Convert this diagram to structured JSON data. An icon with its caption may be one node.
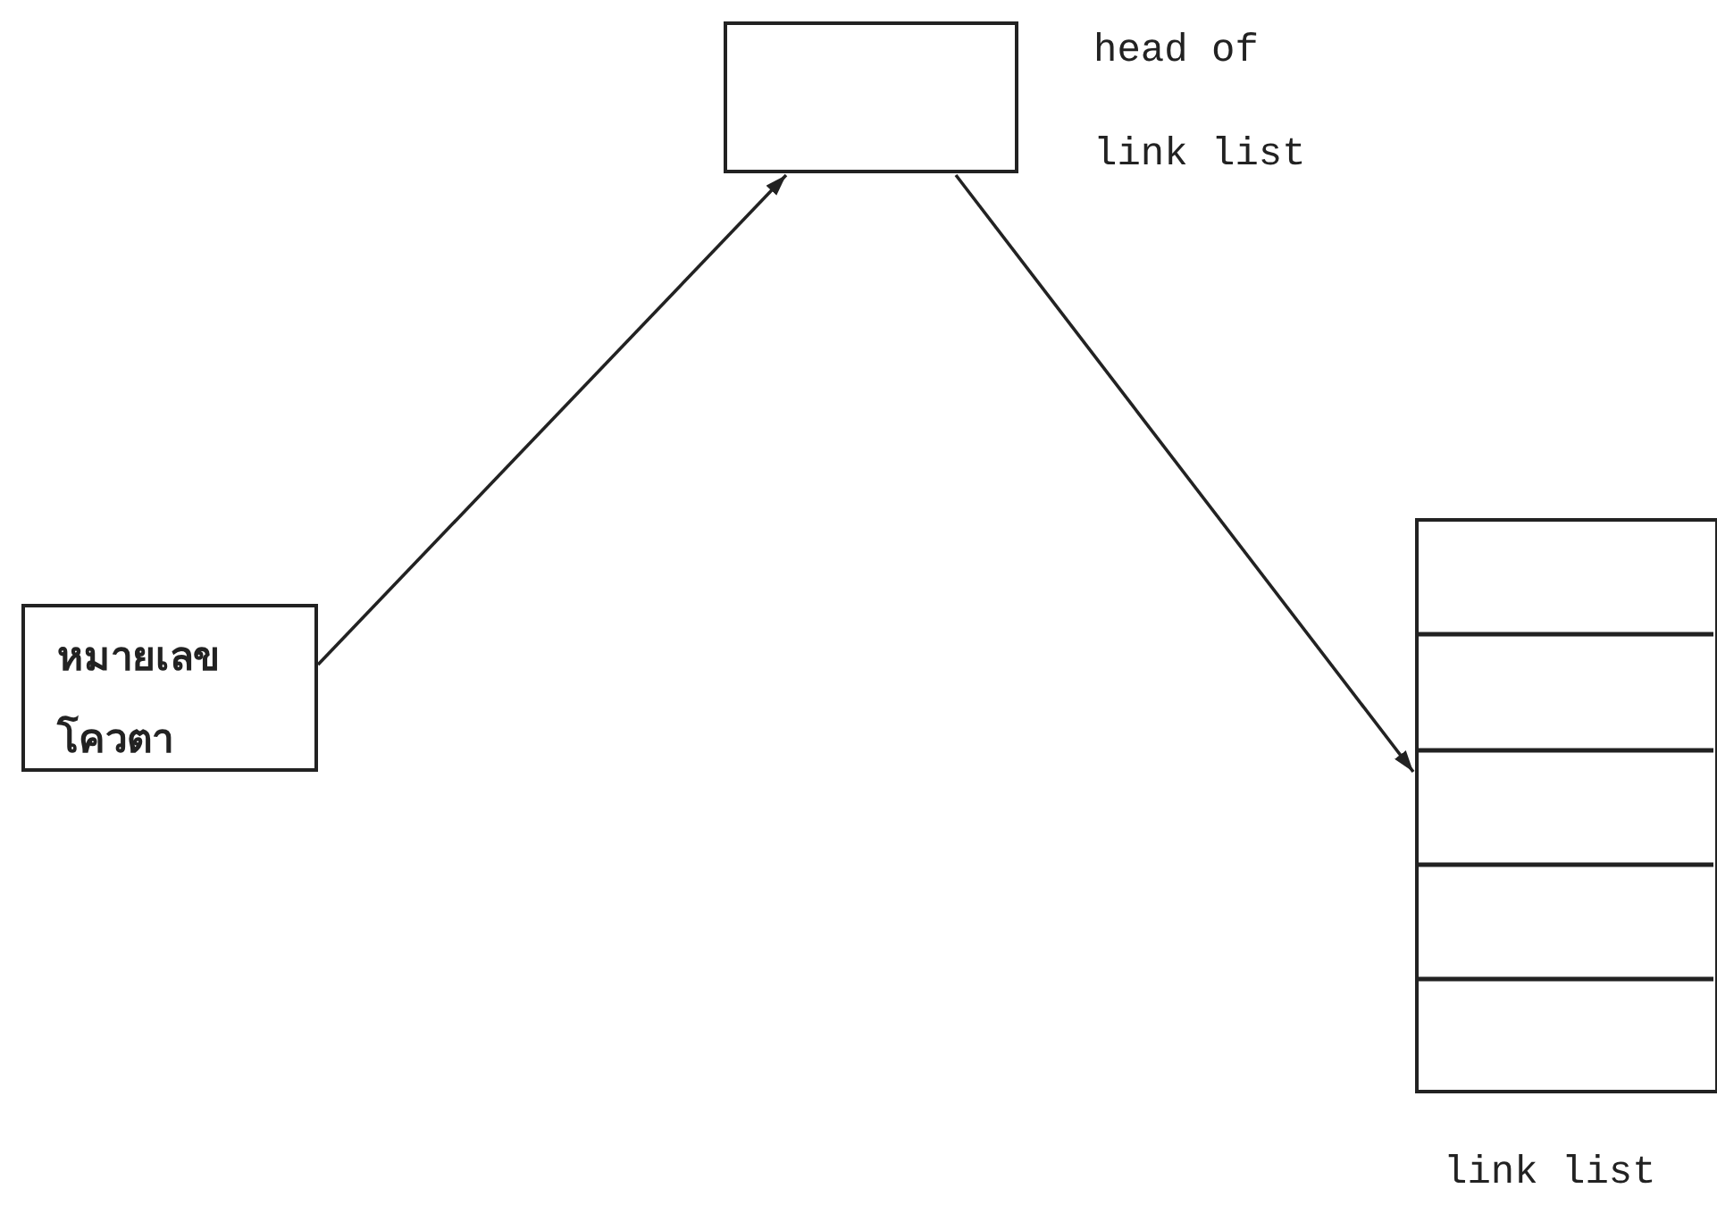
{
  "diagram": {
    "nodes": [
      {
        "text": [
          "หมายเลข",
          "โควตา"
        ]
      },
      {
        "text": [],
        "shape": "box",
        "beside": [
          "head of link list"
        ]
      },
      {
        "text": [],
        "shape": "box",
        "beside": [
          "link list"
        ]
      }
    ],
    "edges": [
      {
        "from": 0,
        "to": 1,
        "arrow": "to"
      },
      {
        "from": 1,
        "to": 2,
        "arrow": "to"
      }
    ]
  }
}
